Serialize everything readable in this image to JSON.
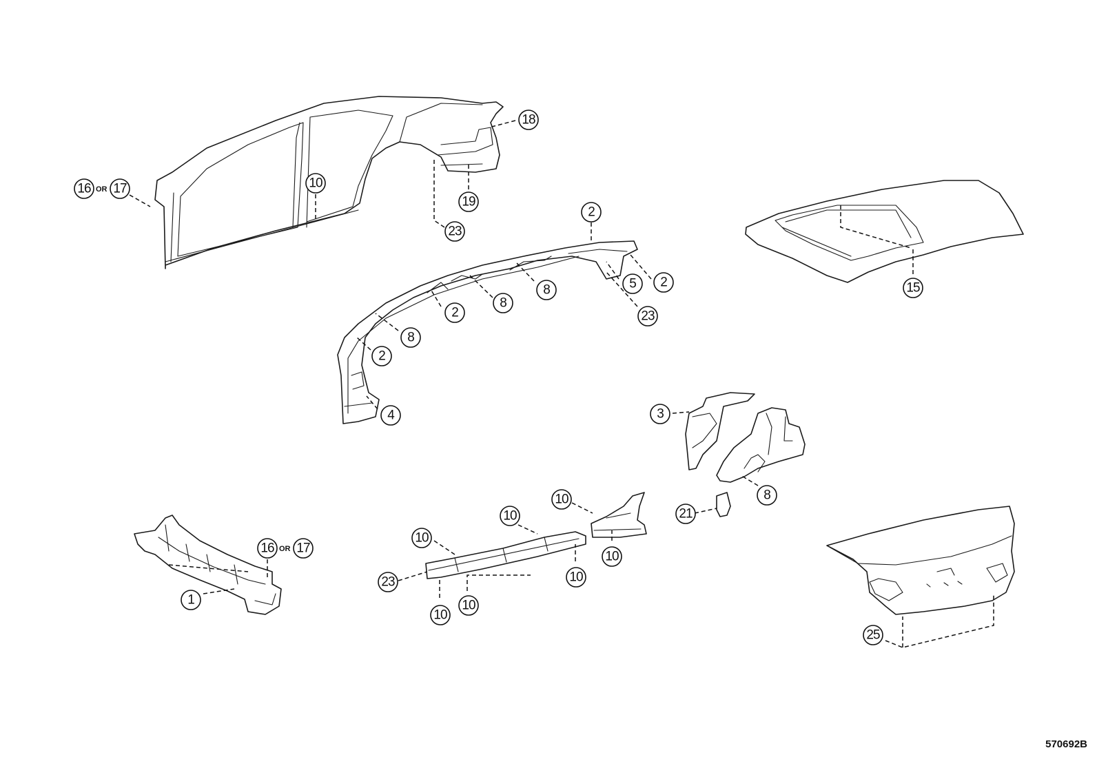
{
  "diagram_id": "570692B",
  "or_label": "OR",
  "callouts": {
    "c18": "18",
    "c16a": "16",
    "c17a": "17",
    "c10a": "10",
    "c19": "19",
    "c23a": "23",
    "c2a": "2",
    "c2b": "2",
    "c2c": "2",
    "c2d": "2",
    "c5": "5",
    "c23b": "23",
    "c8a": "8",
    "c8b": "8",
    "c8c": "8",
    "c4": "4",
    "c15": "15",
    "c3": "3",
    "c8d": "8",
    "c21": "21",
    "c10b": "10",
    "c10c": "10",
    "c10d": "10",
    "c10e": "10",
    "c10f": "10",
    "c10g": "10",
    "c10h": "10",
    "c23c": "23",
    "c16b": "16",
    "c17b": "17",
    "c1": "1",
    "c25": "25"
  }
}
